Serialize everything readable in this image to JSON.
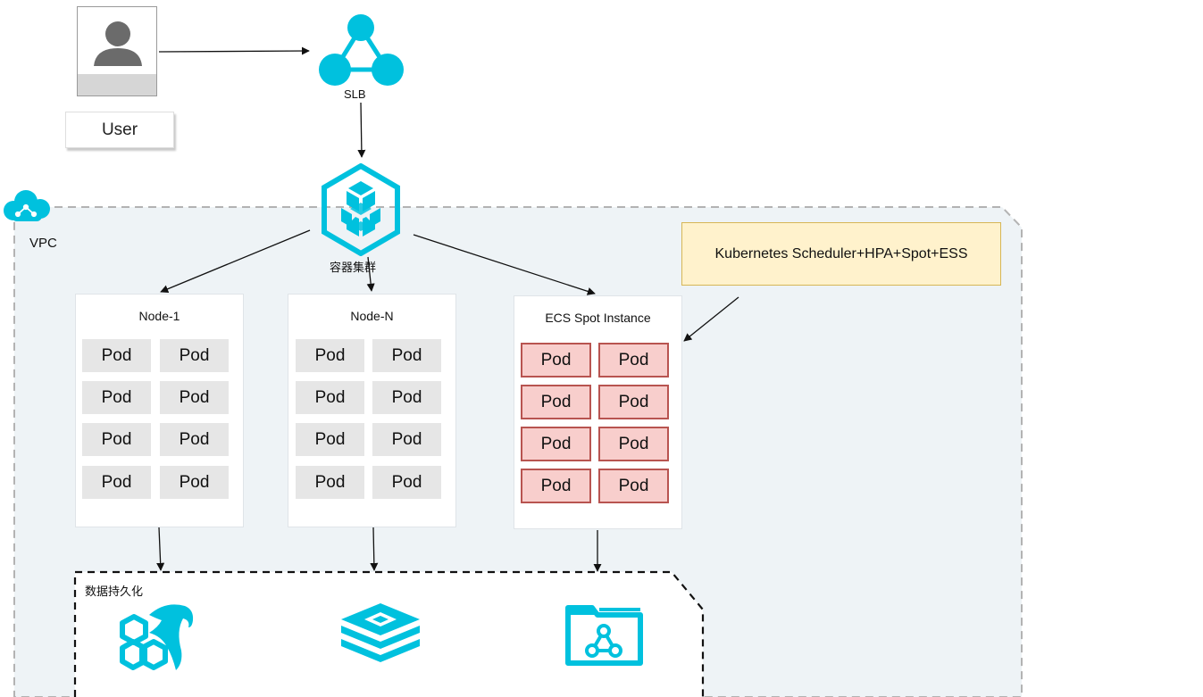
{
  "user": {
    "label": "User"
  },
  "slb": {
    "label": "SLB"
  },
  "cluster": {
    "label": "容器集群"
  },
  "vpc": {
    "label": "VPC"
  },
  "note": {
    "text": "Kubernetes Scheduler+HPA+Spot+ESS"
  },
  "nodes": [
    {
      "title": "Node-1",
      "pods": [
        "Pod",
        "Pod",
        "Pod",
        "Pod",
        "Pod",
        "Pod",
        "Pod",
        "Pod"
      ]
    },
    {
      "title": "Node-N",
      "pods": [
        "Pod",
        "Pod",
        "Pod",
        "Pod",
        "Pod",
        "Pod",
        "Pod",
        "Pod"
      ]
    },
    {
      "title": "ECS Spot Instance",
      "pods": [
        "Pod",
        "Pod",
        "Pod",
        "Pod",
        "Pod",
        "Pod",
        "Pod",
        "Pod"
      ]
    }
  ],
  "persistence": {
    "label": "数据持久化"
  },
  "icons": {
    "user": "user-avatar-icon",
    "slb": "load-balancer-icon",
    "cluster": "container-cluster-icon",
    "vpc": "cloud-icon",
    "db1": "database-dolphin-icon",
    "db2": "redis-stack-icon",
    "db3": "file-storage-icon"
  },
  "colors": {
    "accent": "#00c1de",
    "vpc_fill": "#eef3f6",
    "vpc_border": "#b3b3b3",
    "pod_fill": "#e6e6e6",
    "spot_fill": "#f8cecc",
    "spot_border": "#b85450",
    "note_fill": "#fff2cc",
    "note_border": "#d6b656"
  }
}
